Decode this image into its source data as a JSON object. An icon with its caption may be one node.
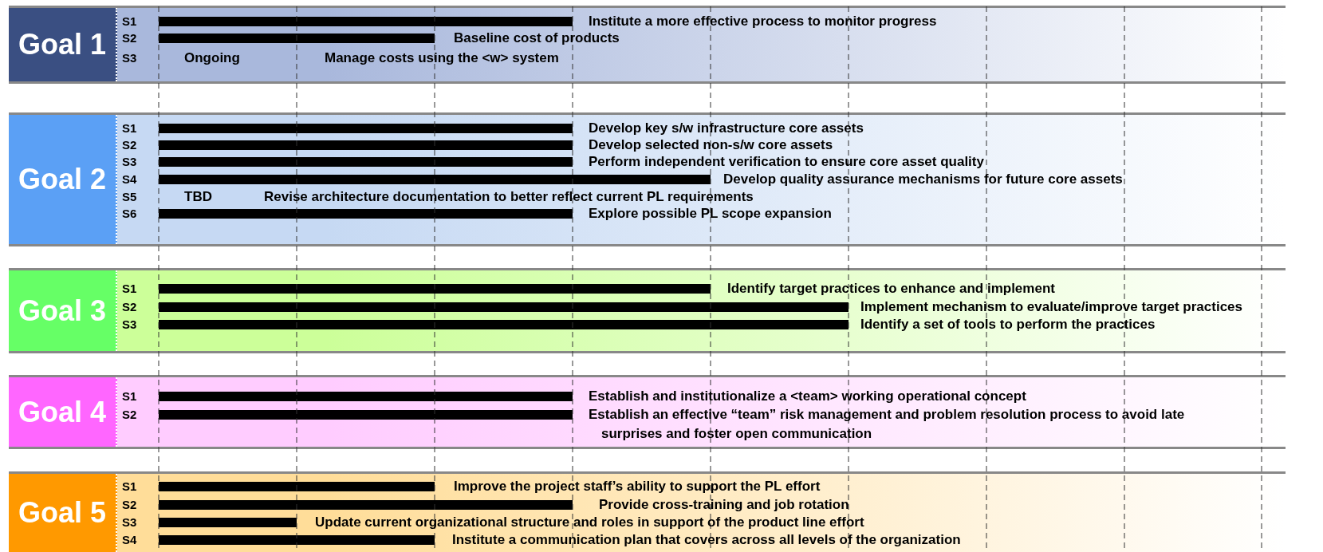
{
  "diagram": {
    "nodes": [
      {
        "text": [
          "Goal 1"
        ]
      },
      {
        "text": [
          "S1",
          "Institute a more effective process to monitor progress"
        ],
        "in": 0
      },
      {
        "text": [
          "S2",
          "Baseline cost of products"
        ],
        "in": 0
      },
      {
        "text": [
          "S3",
          "Ongoing",
          "Manage costs using the <w> system"
        ],
        "in": 0
      },
      {
        "text": [
          "Goal 2"
        ]
      },
      {
        "text": [
          "S1",
          "Develop key s/w infrastructure core assets"
        ],
        "in": 4
      },
      {
        "text": [
          "S2",
          "Develop selected non-s/w core assets"
        ],
        "in": 4
      },
      {
        "text": [
          "S3",
          "Perform independent verification to ensure core asset quality"
        ],
        "in": 4
      },
      {
        "text": [
          "S4",
          "Develop quality assurance mechanisms for future core assets"
        ],
        "in": 4
      },
      {
        "text": [
          "S5",
          "TBD",
          "Revise architecture documentation to better reflect current PL requirements"
        ],
        "in": 4
      },
      {
        "text": [
          "S6",
          "Explore possible PL scope expansion"
        ],
        "in": 4
      },
      {
        "text": [
          "Goal 3"
        ]
      },
      {
        "text": [
          "S1",
          "Identify target practices to enhance and implement"
        ],
        "in": 11
      },
      {
        "text": [
          "S2",
          "Implement mechanism to evaluate/improve target practices"
        ],
        "in": 11
      },
      {
        "text": [
          "S3",
          "Identify a set of tools to perform the practices"
        ],
        "in": 11
      },
      {
        "text": [
          "Goal 4"
        ]
      },
      {
        "text": [
          "S1",
          "Establish and institutionalize a <team> working operational concept"
        ],
        "in": 15
      },
      {
        "text": [
          "S2",
          "Establish an effective “team” risk management and problem resolution process to avoid late surprises and foster open communication"
        ],
        "in": 15
      },
      {
        "text": [
          "Goal 5"
        ]
      },
      {
        "text": [
          "S1",
          "Improve the project staff’s ability to support the PL effort"
        ],
        "in": 18
      },
      {
        "text": [
          "S2",
          "Provide cross-training and job rotation"
        ],
        "in": 18
      },
      {
        "text": [
          "S3",
          "Update current organizational structure and roles in support of the product line effort"
        ],
        "in": 18
      },
      {
        "text": [
          "S4",
          "Institute a communication plan that covers across all levels of the organization"
        ],
        "in": 18
      }
    ]
  }
}
